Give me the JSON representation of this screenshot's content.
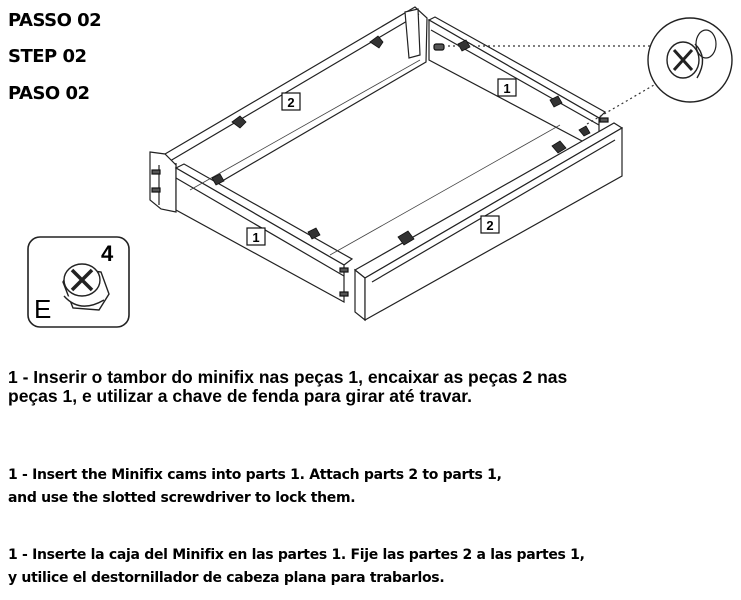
{
  "step": {
    "titles": [
      "PASSO 02",
      "STEP 02",
      "PASO 02"
    ]
  },
  "parts": {
    "label_1": "1",
    "label_2": "2"
  },
  "hardware": {
    "letter": "E",
    "quantity": "4",
    "icon": "minifix-cam-icon"
  },
  "instructions": {
    "pt": [
      "1 - Inserir o tambor do minifix nas peças 1, encaixar as peças 2 nas",
      "peças 1, e utilizar a chave de fenda para girar até travar."
    ],
    "en": [
      "1 - Insert the Minifix cams into parts 1. Attach parts 2 to parts 1,",
      "and use the slotted screwdriver to lock them."
    ],
    "es": [
      "1 - Inserte la caja del Minifix en las partes 1. Fije las partes 2 a las partes 1,",
      "y utilice el destornillador de cabeza plana para trabarlos."
    ]
  }
}
